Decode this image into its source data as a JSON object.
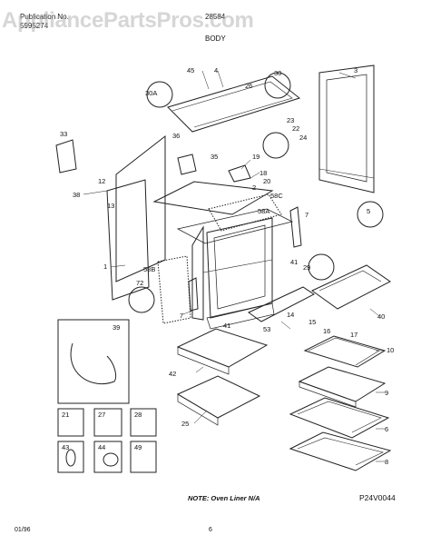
{
  "header": {
    "pub_label": "Publication No.",
    "pub_number": "5995274",
    "model": "28584",
    "section": "BODY",
    "watermark": "AppliancePartsPros.com"
  },
  "callouts": [
    "45",
    "4",
    "3",
    "30A",
    "26",
    "30",
    "23",
    "22",
    "24",
    "33",
    "36",
    "19",
    "35",
    "18",
    "20",
    "2",
    "58C",
    "12",
    "38",
    "13",
    "58A",
    "7",
    "5",
    "1",
    "58B",
    "72",
    "29",
    "41",
    "39",
    "7",
    "14",
    "15",
    "16",
    "17",
    "40",
    "41",
    "53",
    "10",
    "42",
    "9",
    "6",
    "25",
    "8",
    "21",
    "27",
    "28",
    "43",
    "44",
    "49"
  ],
  "footer": {
    "note": "NOTE: Oven Liner N/A",
    "code": "P24V0044",
    "date": "01/96",
    "page": "6"
  }
}
